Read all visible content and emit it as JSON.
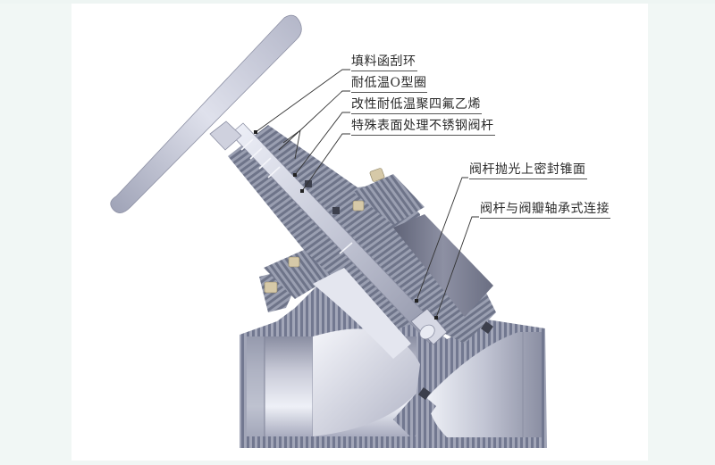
{
  "figure": {
    "subject": "Y-type low-temperature globe valve cross-section",
    "colors": {
      "background_margin": "#f1f7f5",
      "panel": "#ffffff",
      "body_hatch_dark": "#7c8296",
      "body_hatch_light": "#a9adbd",
      "steel_light": "#e6e8f2",
      "steel_mid": "#b7bacb",
      "steel_dark": "#7d8194",
      "bolt": "#d6c9a8",
      "label_text": "#2b2b2b",
      "leader_line": "#333333"
    }
  },
  "callouts": [
    {
      "id": "packing-scraper-ring",
      "text": "填料函刮环"
    },
    {
      "id": "low-temp-o-ring",
      "text": "耐低温O型圈"
    },
    {
      "id": "modified-ptfe",
      "text": "改性耐低温聚四氟乙烯"
    },
    {
      "id": "special-surface-stem",
      "text": "特殊表面处理不锈钢阀杆"
    },
    {
      "id": "stem-polished-backseat",
      "text": "阀杆抛光上密封锥面"
    },
    {
      "id": "stem-disc-bearing-connection",
      "text": "阀杆与阀瓣轴承式连接"
    }
  ],
  "parts_depicted": [
    {
      "name": "handwheel-bar"
    },
    {
      "name": "valve-stem"
    },
    {
      "name": "packing-gland"
    },
    {
      "name": "bonnet"
    },
    {
      "name": "bonnet-bolts"
    },
    {
      "name": "valve-body"
    },
    {
      "name": "valve-disc"
    },
    {
      "name": "inlet-port"
    },
    {
      "name": "outlet-port"
    },
    {
      "name": "seat-seal-inserts"
    }
  ]
}
